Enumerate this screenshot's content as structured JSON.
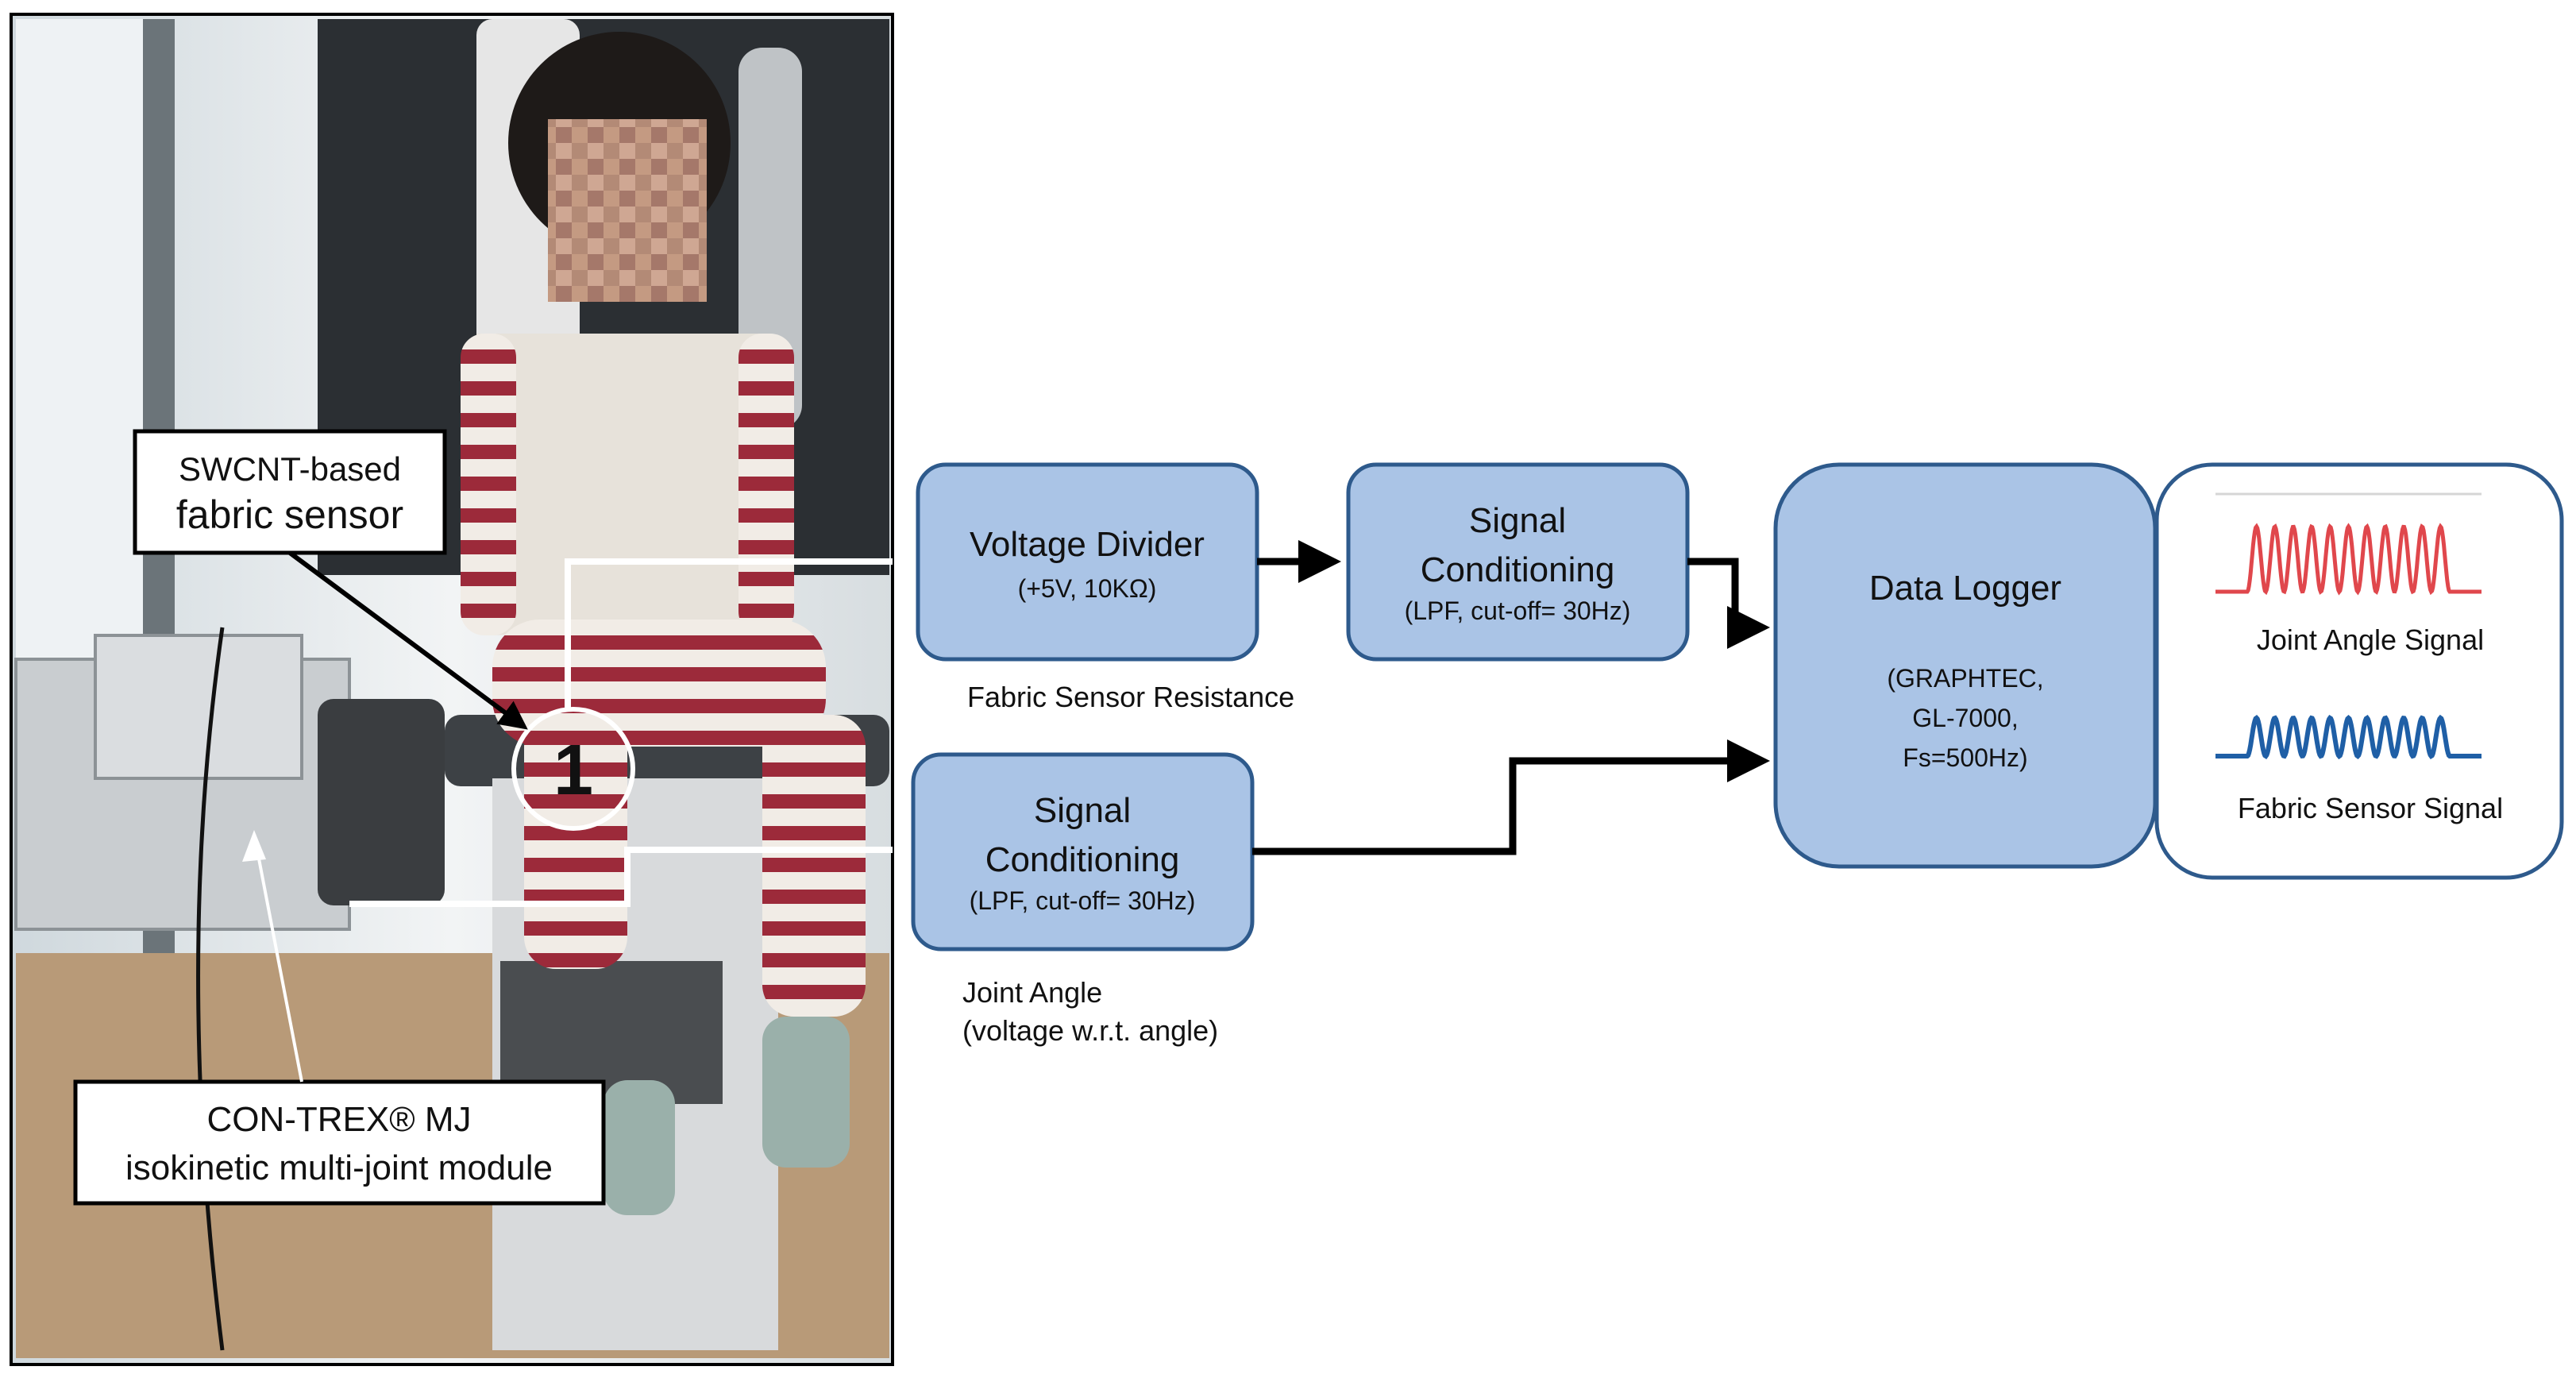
{
  "photo": {
    "labels": {
      "sensor_line1": "SWCNT-based",
      "sensor_line2": "fabric sensor",
      "device_line1": "CON-TREX® MJ",
      "device_line2": "isokinetic multi-joint module"
    },
    "knee_marker": "1"
  },
  "blocks": {
    "voltage_divider": {
      "title": "Voltage Divider",
      "subtitle": "(+5V, 10KΩ)"
    },
    "signal_conditioning_top": {
      "title_line1": "Signal",
      "title_line2": "Conditioning",
      "subtitle": "(LPF, cut-off= 30Hz)"
    },
    "signal_conditioning_bottom": {
      "title_line1": "Signal",
      "title_line2": "Conditioning",
      "subtitle": "(LPF, cut-off= 30Hz)"
    },
    "data_logger": {
      "title": "Data Logger",
      "line1": "(GRAPHTEC,",
      "line2": "GL-7000,",
      "line3": "Fs=500Hz)"
    }
  },
  "captions": {
    "fabric_sensor_resistance": "Fabric Sensor Resistance",
    "joint_angle_line1": "Joint Angle",
    "joint_angle_line2": "(voltage w.r.t. angle)"
  },
  "signals": {
    "joint_angle_label": "Joint Angle Signal",
    "fabric_sensor_label": "Fabric Sensor Signal",
    "joint_angle_color": "#e0474c",
    "fabric_sensor_color": "#1f5fa6"
  },
  "colors": {
    "block_fill": "#aac4e6",
    "block_stroke": "#2e5a8c",
    "arrow": "#000000"
  }
}
